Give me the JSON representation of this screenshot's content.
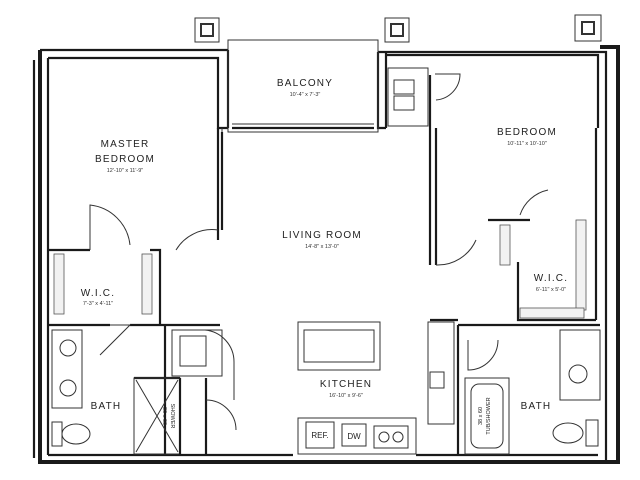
{
  "rooms": {
    "balcony": {
      "name": "BALCONY",
      "dims": "10'-4\" x 7'-3\""
    },
    "master_bedroom": {
      "name_line1": "MASTER",
      "name_line2": "BEDROOM",
      "dims": "12'-10\" x 11'-9\""
    },
    "bedroom": {
      "name": "BEDROOM",
      "dims": "10'-11\" x 10'-10\""
    },
    "living_room": {
      "name": "LIVING ROOM",
      "dims": "14'-8\" x 13'-0\""
    },
    "wic_left": {
      "name": "W.I.C.",
      "dims": "7'-3\" x 4'-11\""
    },
    "wic_right": {
      "name": "W.I.C.",
      "dims": "6'-11\" x 5'-0\""
    },
    "kitchen": {
      "name": "KITCHEN",
      "dims": "16'-10\" x 9'-6\""
    },
    "bath_left": {
      "name": "BATH"
    },
    "bath_right": {
      "name": "BATH"
    }
  },
  "fixtures": {
    "refrigerator": "REF.",
    "dishwasher": "DW",
    "shower_line1": "36 x 60",
    "shower_line2": "SHOWER",
    "tub_line1": "38 x 60",
    "tub_line2": "TUB/SHOWER"
  }
}
